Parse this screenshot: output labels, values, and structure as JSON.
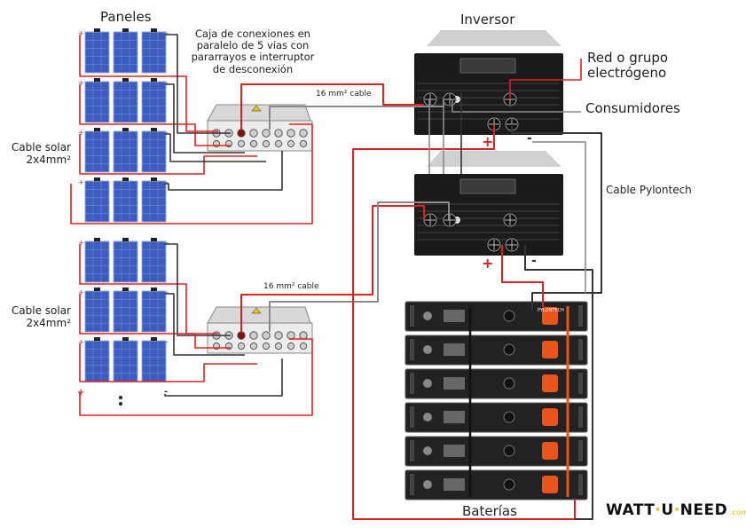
{
  "labels": {
    "panels": "Paneles",
    "combiner": "Caja de conexiones en paralelo de 5 vías con pararrayos e interruptor de desconexión",
    "cable_16_top": "16 mm² cable",
    "cable_16_bottom": "16 mm² cable",
    "solar_cable_1_line1": "Cable solar",
    "solar_cable_1_line2": "2x4mm²",
    "solar_cable_2_line1": "Cable solar",
    "solar_cable_2_line2": "2x4mm²",
    "inverter": "Inversor",
    "grid": "Red o grupo electrógeno",
    "loads": "Consumidores",
    "pylontech": "Cable Pylontech",
    "batteries": "Baterías",
    "plus": "+",
    "minus": "-",
    "battery_brand": "PYLONTECH"
  },
  "brand": {
    "part1": "WATT",
    "sep": "·",
    "part2": "U",
    "part3": "NEED",
    "suffix": ".com"
  },
  "colors": {
    "positive": "#e02020",
    "negative": "#333333",
    "grey_wire": "#8a8a8a",
    "panel": "#3a5dbf",
    "inverter": "#1b1b1b",
    "battery": "#222222",
    "connector": "#e8541c"
  }
}
